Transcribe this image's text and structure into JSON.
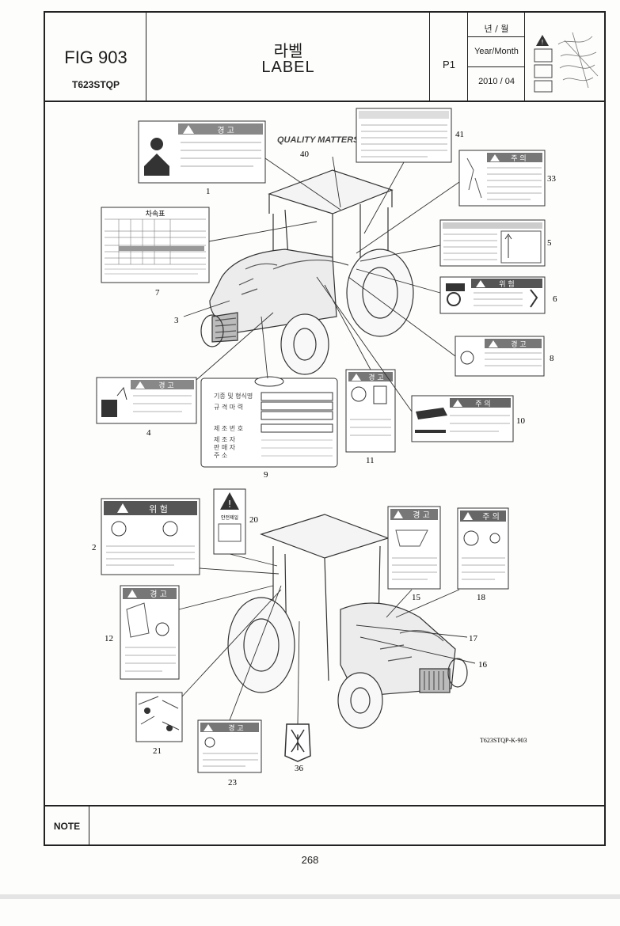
{
  "header": {
    "fig": "FIG 903",
    "model": "T623STQP",
    "title_ko": "라벨",
    "title_en": "LABEL",
    "page": "P1",
    "date_label_ko": "년 / 월",
    "date_label_en": "Year/Month",
    "date_value": "2010 / 04"
  },
  "drawing": {
    "callouts": [
      "1",
      "2",
      "3",
      "4",
      "5",
      "6",
      "7",
      "8",
      "9",
      "10",
      "11",
      "12",
      "15",
      "16",
      "17",
      "18",
      "20",
      "21",
      "23",
      "33",
      "36",
      "40",
      "41"
    ],
    "drawing_no": "T623STQP-K-903",
    "labels": {
      "warning_ko": "경 고",
      "danger_ko": "위 험",
      "caution_ko": "주 의",
      "speed_chart_title": "차속표",
      "safety_tag": "안전제일",
      "brand": "QUALITY MATTERS",
      "plate_lines": [
        "기종 및 형식명",
        "규 격 마 력",
        "제 조 번 호",
        "제 조 자",
        "판 매 자",
        "주 소"
      ]
    }
  },
  "footer": {
    "note_label": "NOTE",
    "page_number": "268"
  }
}
